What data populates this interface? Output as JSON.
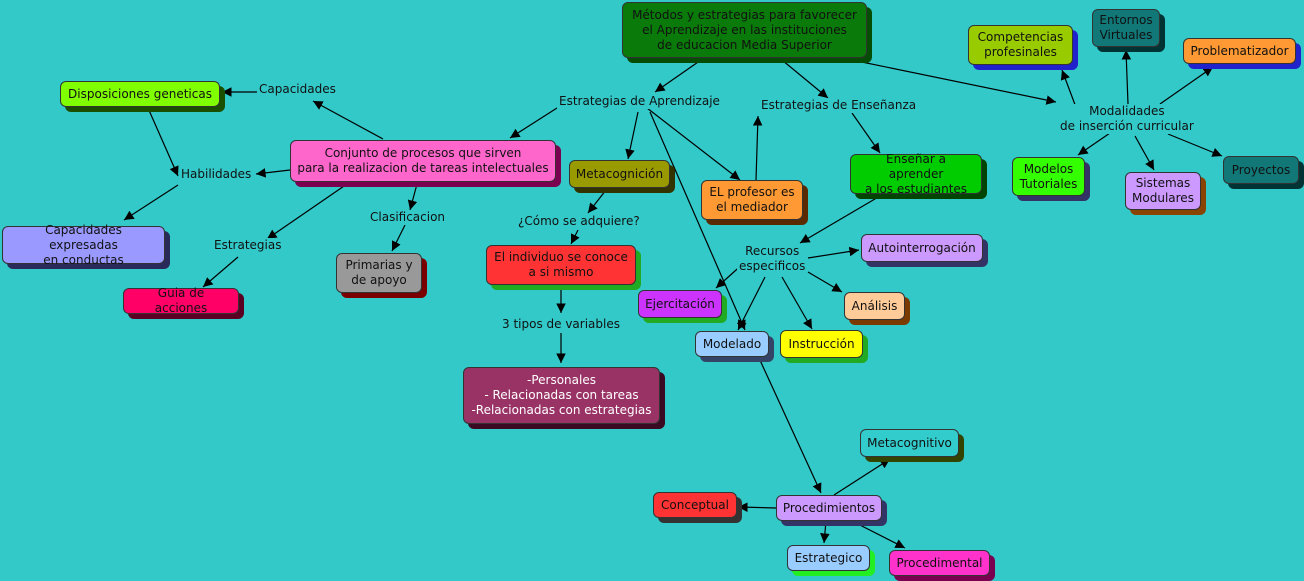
{
  "background": "#33c9c9",
  "nodes": [
    {
      "id": "root",
      "text": "Métodos y estrategias para favorecer\nel Aprendizaje en las instituciones\nde educacion Media Superior",
      "fill": "#0a7a0a",
      "shadow": "#054d05"
    },
    {
      "id": "disposiciones",
      "text": "Disposiciones geneticas",
      "fill": "#80ff00",
      "shadow": "#1b4f00"
    },
    {
      "id": "conjunto",
      "text": "Conjunto de procesos que sirven\npara la realizacion de tareas intelectuales",
      "fill": "#ff66cc",
      "shadow": "#7a0050"
    },
    {
      "id": "capacidades_expresadas",
      "text": "Capacidades expresadas\nen conductas",
      "fill": "#9999ff",
      "shadow": "#2a2a5a"
    },
    {
      "id": "guia",
      "text": "Guia de acciones",
      "fill": "#ff0066",
      "shadow": "#5a0022"
    },
    {
      "id": "primarias",
      "text": "Primarias y\nde apoyo",
      "fill": "#999999",
      "shadow": "#7a0000"
    },
    {
      "id": "metacognicion",
      "text": "Metacognición",
      "fill": "#999900",
      "shadow": "#333300"
    },
    {
      "id": "individuo",
      "text": "El individuo se conoce\na si mismo",
      "fill": "#ff3333",
      "shadow": "#22aa22"
    },
    {
      "id": "personales",
      "text": "-Personales\n- Relacionadas con tareas\n-Relacionadas con estrategias",
      "fill": "#993366",
      "shadow": "#3a0a22"
    },
    {
      "id": "profesor",
      "text": "EL profesor es\nel mediador",
      "fill": "#ff9933",
      "shadow": "#5a2a00"
    },
    {
      "id": "ensenar",
      "text": "Enseñar a aprender\na los estudiantes",
      "fill": "#00cc00",
      "shadow": "#004400"
    },
    {
      "id": "autointerrogacion",
      "text": "Autointerrogación",
      "fill": "#cc99ff",
      "shadow": "#333366"
    },
    {
      "id": "ejercitacion",
      "text": "Ejercitación",
      "fill": "#cc33ff",
      "shadow": "#22aa22"
    },
    {
      "id": "analisis",
      "text": "Análisis",
      "fill": "#ffcc99",
      "shadow": "#7a3a00"
    },
    {
      "id": "modelado",
      "text": "Modelado",
      "fill": "#99ccff",
      "shadow": "#334466"
    },
    {
      "id": "instruccion",
      "text": "Instrucción",
      "fill": "#ffff00",
      "shadow": "#22aa22"
    },
    {
      "id": "competencias",
      "text": "Competencias\nprofesinales",
      "fill": "#99cc00",
      "shadow": "#2222cc"
    },
    {
      "id": "entornos",
      "text": "Entornos\nVirtuales",
      "fill": "#117777",
      "shadow": "#003333"
    },
    {
      "id": "problematizador",
      "text": "Problematizador",
      "fill": "#ff9933",
      "shadow": "#2222cc"
    },
    {
      "id": "modelos",
      "text": "Modelos\nTutoriales",
      "fill": "#33ff00",
      "shadow": "#333366"
    },
    {
      "id": "sistemas",
      "text": "Sistemas\nModulares",
      "fill": "#cc99ff",
      "shadow": "#884400"
    },
    {
      "id": "proyectos",
      "text": "Proyectos",
      "fill": "#117777",
      "shadow": "#003333"
    },
    {
      "id": "metacognitivo",
      "text": "Metacognitivo",
      "fill": "#33cccc",
      "shadow": "#334400"
    },
    {
      "id": "conceptual",
      "text": "Conceptual",
      "fill": "#ff3333",
      "shadow": "#333333"
    },
    {
      "id": "procedimientos",
      "text": "Procedimientos",
      "fill": "#cc99ff",
      "shadow": "#333366"
    },
    {
      "id": "estrategico",
      "text": "Estrategico",
      "fill": "#99ccff",
      "shadow": "#22ee22"
    },
    {
      "id": "procedimental",
      "text": "Procedimental",
      "fill": "#ff33cc",
      "shadow": "#7a0050"
    }
  ],
  "labels": [
    {
      "id": "capacidades",
      "text": "Capacidades"
    },
    {
      "id": "habilidades",
      "text": "Habilidades"
    },
    {
      "id": "estrategias",
      "text": "Estrategias"
    },
    {
      "id": "clasificacion",
      "text": "Clasificacion"
    },
    {
      "id": "estrategias_aprendizaje",
      "text": "Estrategias de Aprendizaje"
    },
    {
      "id": "estrategias_ensenanza",
      "text": "Estrategias de Enseñanza"
    },
    {
      "id": "como_se_adquiere",
      "text": "¿Cómo se adquiere?"
    },
    {
      "id": "tres_tipos",
      "text": "3 tipos de variables"
    },
    {
      "id": "recursos",
      "text": "Recursos\nespecificos"
    },
    {
      "id": "modalidades",
      "text": "Modalidades\nde inserción curricular"
    }
  ]
}
